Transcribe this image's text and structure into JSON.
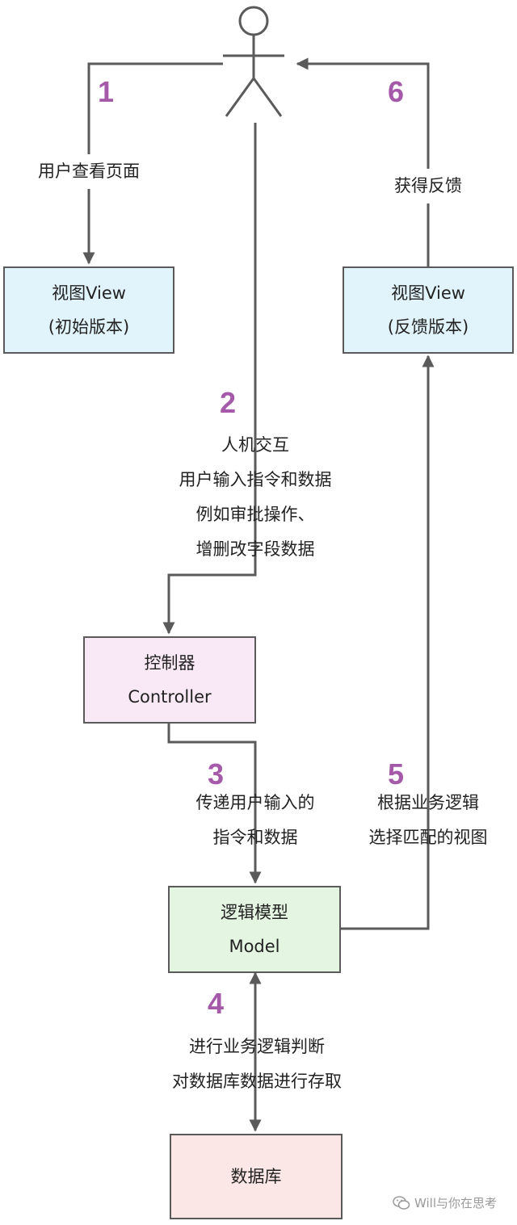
{
  "steps": {
    "s1": "1",
    "s2": "2",
    "s3": "3",
    "s4": "4",
    "s5": "5",
    "s6": "6"
  },
  "edges": {
    "e1": [
      "用户查看页面"
    ],
    "e2": [
      "人机交互",
      "用户输入指令和数据",
      "例如审批操作、",
      "增删改字段数据"
    ],
    "e3": [
      "传递用户输入的",
      "指令和数据"
    ],
    "e4": [
      "进行业务逻辑判断",
      "对数据库数据进行存取"
    ],
    "e5": [
      "根据业务逻辑",
      "选择匹配的视图"
    ],
    "e6": [
      "获得反馈"
    ]
  },
  "nodes": {
    "view_initial": [
      "视图View",
      "(初始版本)"
    ],
    "view_feedback": [
      "视图View",
      "(反馈版本)"
    ],
    "controller": [
      "控制器",
      "Controller"
    ],
    "model": [
      "逻辑模型",
      "Model"
    ],
    "database": [
      "数据库"
    ]
  },
  "watermark": "Will与你在思考",
  "colors": {
    "step_number": "#a45aa8",
    "view_fill": "#e1f3fb",
    "controller_fill": "#f9e9f6",
    "model_fill": "#e4f5e1",
    "database_fill": "#fbe7e5",
    "line": "#5a5a5a"
  }
}
